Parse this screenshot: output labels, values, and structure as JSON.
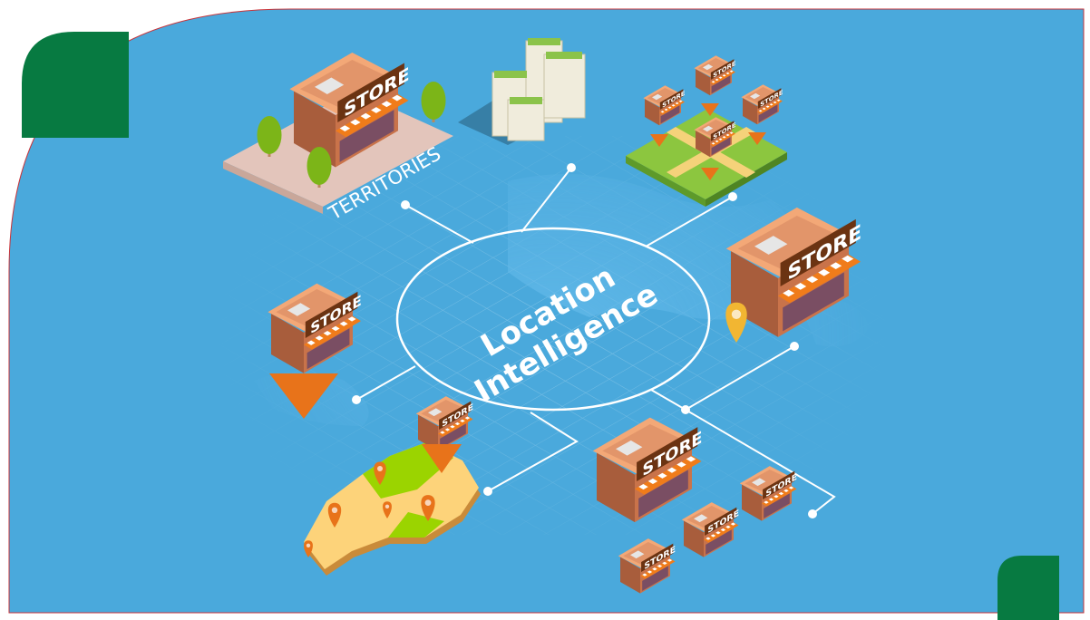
{
  "labels": {
    "store": "STORE",
    "territories": "TERRITORIES",
    "center_line1": "Location",
    "center_line2": "Intelligence"
  },
  "colors": {
    "background": "#4aa9dc",
    "accent_green": "#077a41",
    "awning_orange": "#f07c1a",
    "pin_orange": "#e8731a",
    "sign_brown": "#6b3312"
  }
}
